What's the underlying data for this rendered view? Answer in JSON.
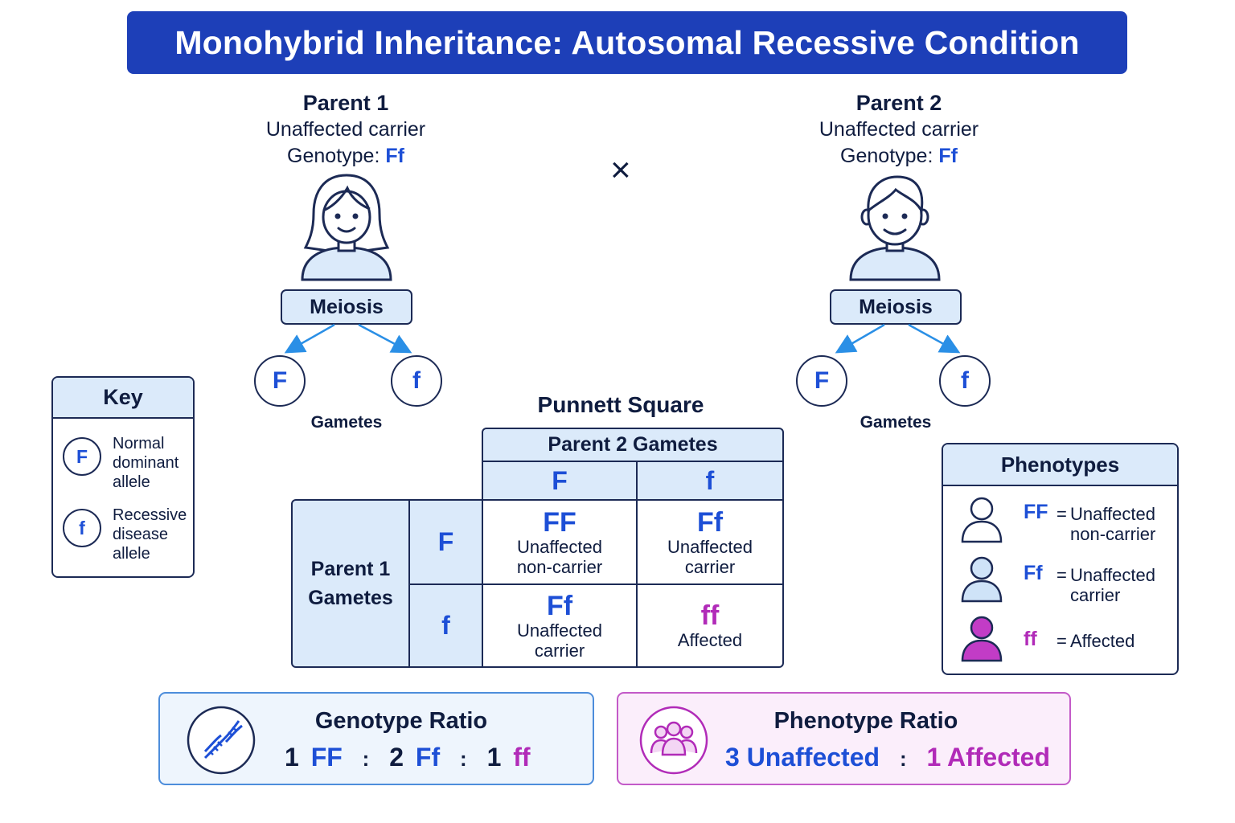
{
  "title": "Monohybrid Inheritance: Autosomal Recessive Condition",
  "parents": [
    {
      "title": "Parent 1",
      "status": "Unaffected carrier",
      "genotype_label": "Genotype:",
      "genotype": "Ff"
    },
    {
      "title": "Parent 2",
      "status": "Unaffected carrier",
      "genotype_label": "Genotype:",
      "genotype": "Ff"
    }
  ],
  "cross_symbol": "×",
  "meiosis_label": "Meiosis",
  "gametes_label": "Gametes",
  "gamete_alleles": [
    "F",
    "f"
  ],
  "key": {
    "title": "Key",
    "items": [
      {
        "allele": "F",
        "text": "Normal dominant allele"
      },
      {
        "allele": "f",
        "text": "Recessive disease allele"
      }
    ]
  },
  "punnett": {
    "title": "Punnett Square",
    "col_header": "Parent 2 Gametes",
    "row_header": "Parent 1 Gametes",
    "col_alleles": [
      "F",
      "f"
    ],
    "row_alleles": [
      "F",
      "f"
    ],
    "cells": [
      {
        "genotype": "FF",
        "phenotype": "Unaffected non-carrier"
      },
      {
        "genotype": "Ff",
        "phenotype": "Unaffected carrier"
      },
      {
        "genotype": "Ff",
        "phenotype": "Unaffected carrier"
      },
      {
        "genotype": "ff",
        "phenotype": "Affected"
      }
    ]
  },
  "phenotypes": {
    "title": "Phenotypes",
    "items": [
      {
        "genotype": "FF",
        "equals": "=",
        "description": "Unaffected non-carrier"
      },
      {
        "genotype": "Ff",
        "equals": "=",
        "description": "Unaffected carrier"
      },
      {
        "genotype": "ff",
        "equals": "=",
        "description": "Affected"
      }
    ]
  },
  "genotype_ratio": {
    "title": "Genotype Ratio",
    "parts": [
      {
        "count": "1",
        "genotype": "FF"
      },
      {
        "count": "2",
        "genotype": "Ff"
      },
      {
        "count": "1",
        "genotype": "ff"
      }
    ],
    "separator": ":"
  },
  "phenotype_ratio": {
    "title": "Phenotype Ratio",
    "unaffected": "3 Unaffected",
    "separator": ":",
    "affected": "1 Affected"
  },
  "colors": {
    "title_bar": "#1d3fb8",
    "allele_blue": "#1d4fd6",
    "affected_magenta": "#b12bb8",
    "header_fill": "#dbeafa",
    "arrow_blue": "#2a8fe6"
  },
  "icons": [
    "female-parent-icon",
    "male-parent-icon",
    "dna-icon",
    "group-people-icon",
    "person-outline-icon",
    "person-light-icon",
    "person-filled-icon"
  ]
}
